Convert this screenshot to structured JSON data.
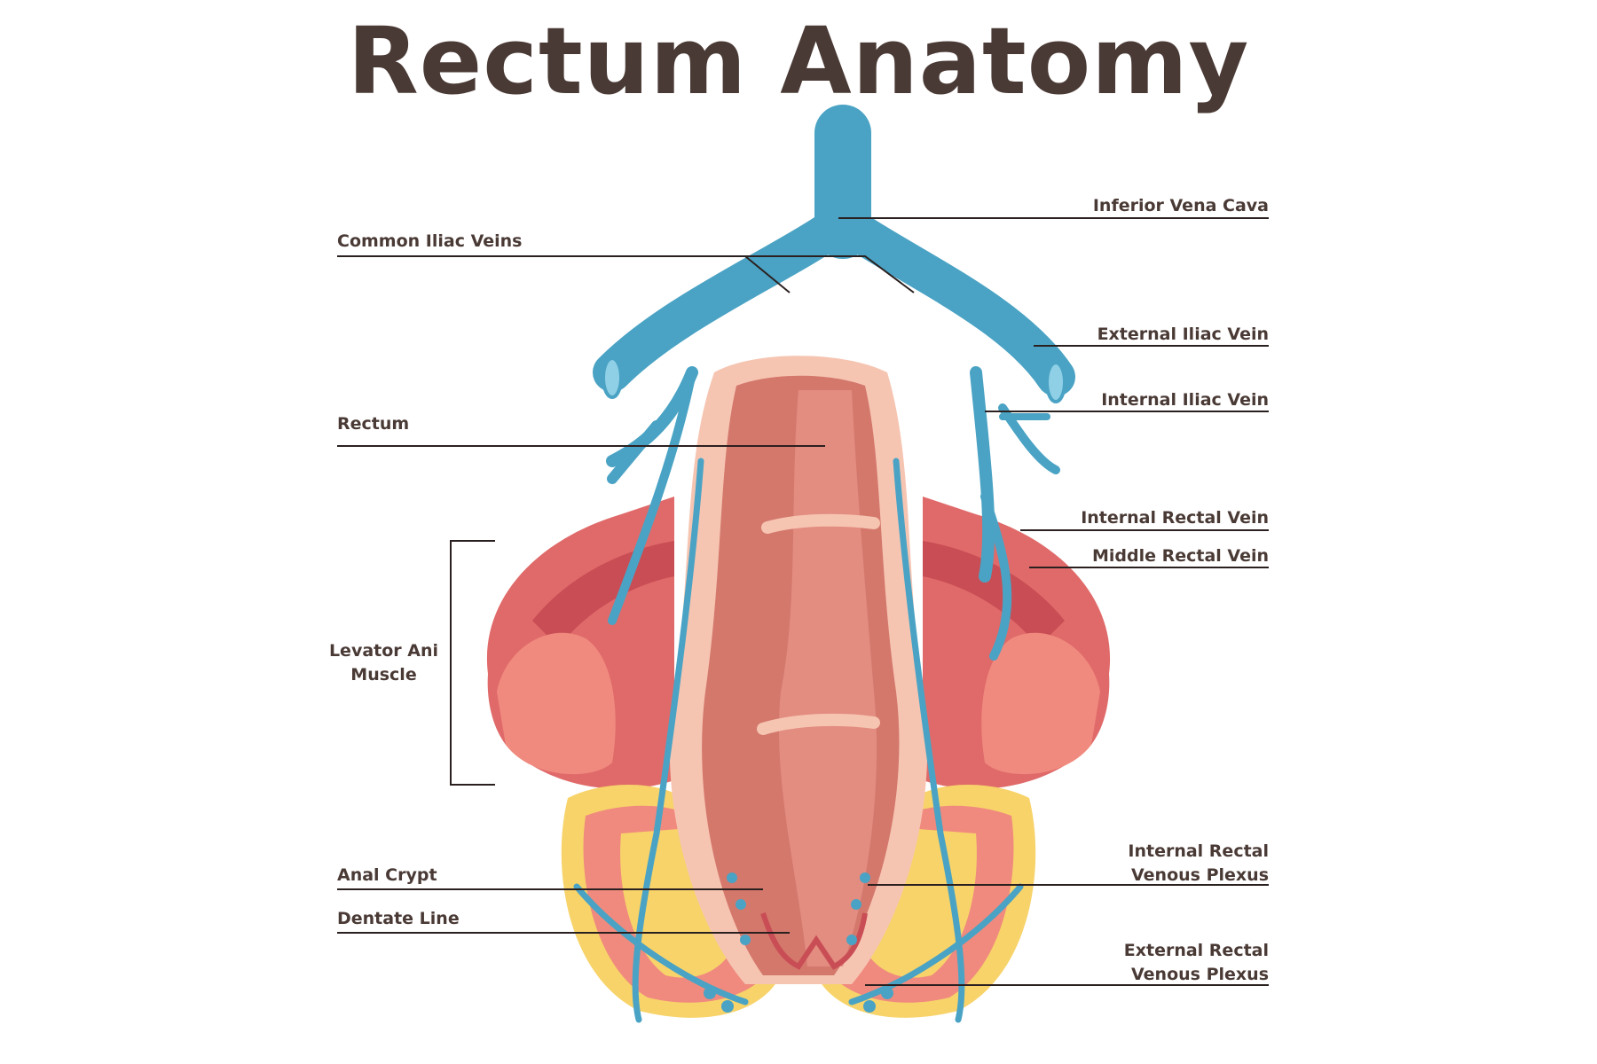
{
  "title": "Rectum Anatomy",
  "labels": {
    "inferior_vena_cava": "Inferior Vena Cava",
    "common_iliac_veins": "Common Iliac Veins",
    "external_iliac_vein": "External Iliac Vein",
    "internal_iliac_vein": "Internal Iliac Vein",
    "rectum": "Rectum",
    "internal_rectal_vein": "Internal Rectal Vein",
    "middle_rectal_vein": "Middle Rectal Vein",
    "levator_ani_muscle": [
      "Levator Ani",
      "Muscle"
    ],
    "internal_rectal_venous_plexus": [
      "Internal Rectal",
      "Venous Plexus"
    ],
    "anal_crypt": "Anal Crypt",
    "dentate_line": "Dentate Line",
    "external_rectal_venous_plexus": [
      "External Rectal",
      "Venous Plexus"
    ]
  },
  "colors": {
    "title": "#4a3a35",
    "vein": "#4aa3c4",
    "vein_light": "#8fd0e6",
    "muscle": "#e06a6a",
    "muscle_dark": "#c94d55",
    "rectum_outer": "#f6c5b2",
    "rectum_inner": "#d4786c",
    "fat": "#f7d36a"
  }
}
